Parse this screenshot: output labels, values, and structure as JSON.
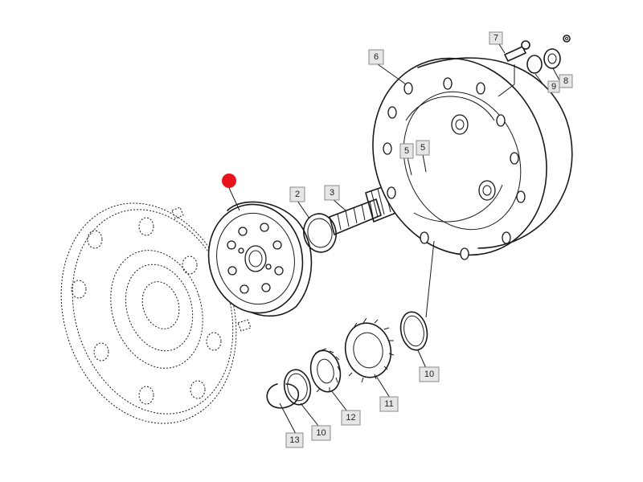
{
  "diagram": {
    "type": "exploded-parts-view",
    "callouts": [
      {
        "id": "c13",
        "label": "13"
      },
      {
        "id": "c10a",
        "label": "10"
      },
      {
        "id": "c12",
        "label": "12"
      },
      {
        "id": "c11",
        "label": "11"
      },
      {
        "id": "c10b",
        "label": "10"
      },
      {
        "id": "c2",
        "label": "2"
      },
      {
        "id": "c3",
        "label": "3"
      },
      {
        "id": "c5a",
        "label": "5"
      },
      {
        "id": "c5b",
        "label": "5"
      },
      {
        "id": "c6",
        "label": "6"
      },
      {
        "id": "c7",
        "label": "7"
      },
      {
        "id": "c8",
        "label": "8"
      },
      {
        "id": "c9",
        "label": "9"
      }
    ],
    "highlight_marker": {
      "color": "#e8141c"
    }
  }
}
